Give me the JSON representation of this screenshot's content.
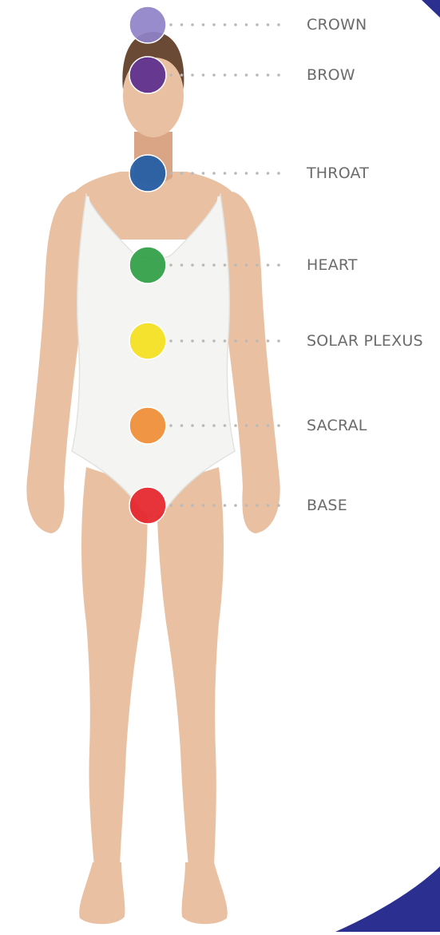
{
  "chakras": [
    {
      "label": "CROWN",
      "color": "#8f82c8"
    },
    {
      "label": "BROW",
      "color": "#5b2d8e"
    },
    {
      "label": "THROAT",
      "color": "#1f5ca6"
    },
    {
      "label": "HEART",
      "color": "#2e9e44"
    },
    {
      "label": "SOLAR PLEXUS",
      "color": "#f3e01e"
    },
    {
      "label": "SACRAL",
      "color": "#ef8c35"
    },
    {
      "label": "BASE",
      "color": "#e4232a"
    }
  ],
  "corner_accent_color": "#2b2f8f",
  "figure": {
    "skin": "#e9c1a2",
    "skin_shade": "#d9a585",
    "hair": "#6b4a35",
    "bodysuit": "#f4f4f2",
    "bodysuit_shade": "#e2e2e0"
  }
}
